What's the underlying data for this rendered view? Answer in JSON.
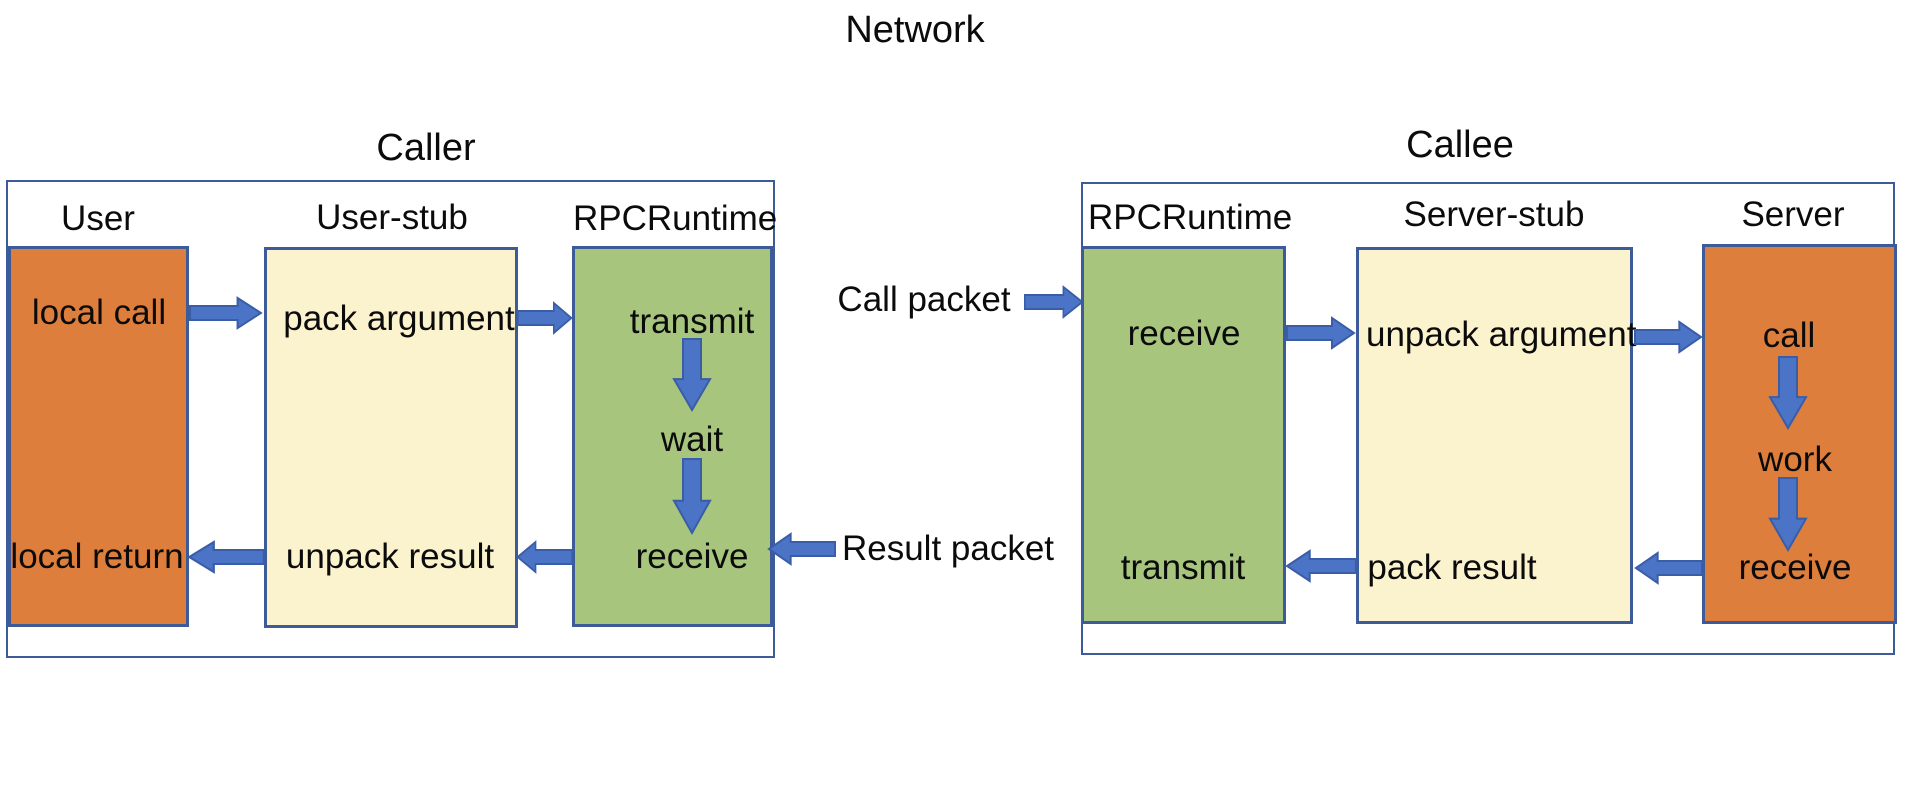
{
  "network": {
    "title": "Network",
    "call_packet_label": "Call packet",
    "result_packet_label": "Result packet"
  },
  "caller": {
    "title": "Caller",
    "headers": {
      "user": "User",
      "user_stub": "User-stub",
      "rpc_runtime": "RPCRuntime"
    },
    "steps": {
      "local_call": "local call",
      "pack_argument": "pack argument",
      "transmit": "transmit",
      "wait": "wait",
      "receive": "receive",
      "unpack_result": "unpack result",
      "local_return": "local return"
    }
  },
  "callee": {
    "title": "Callee",
    "headers": {
      "rpc_runtime": "RPCRuntime",
      "server_stub": "Server-stub",
      "server": "Server"
    },
    "steps": {
      "receive": "receive",
      "unpack_argument": "unpack argument",
      "call": "call",
      "work": "work",
      "server_receive": "receive",
      "pack_result": "pack result",
      "transmit": "transmit"
    }
  },
  "colors": {
    "box_orange": "#dd7e3c",
    "box_cream": "#fbf2ce",
    "box_green": "#a8c57e",
    "outline_blue": "#3d5b99",
    "arrow_fill": "#4c74c6",
    "arrow_stroke": "#3a5da8"
  }
}
